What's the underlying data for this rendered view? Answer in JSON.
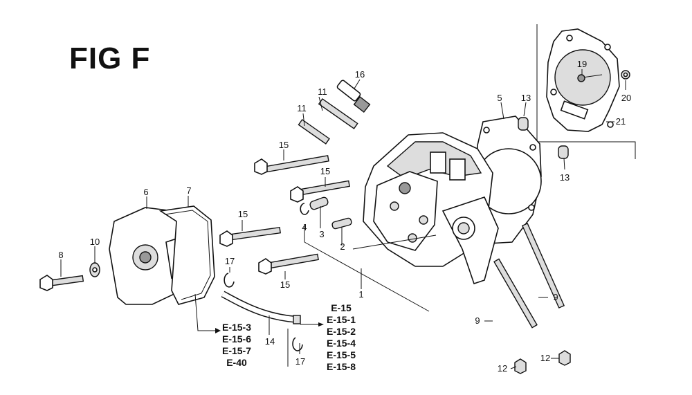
{
  "figure_title": "FIG F",
  "callouts": [
    "1",
    "2",
    "3",
    "4",
    "5",
    "6",
    "7",
    "8",
    "9",
    "9",
    "10",
    "11",
    "11",
    "12",
    "12",
    "13",
    "13",
    "14",
    "15",
    "15",
    "15",
    "15",
    "16",
    "17",
    "17",
    "19",
    "20",
    "21"
  ],
  "refs_left": [
    "E-15-3",
    "E-15-6",
    "E-15-7",
    "E-40"
  ],
  "refs_right": [
    "E-15",
    "E-15-1",
    "E-15-2",
    "E-15-4",
    "E-15-5",
    "E-15-8"
  ]
}
